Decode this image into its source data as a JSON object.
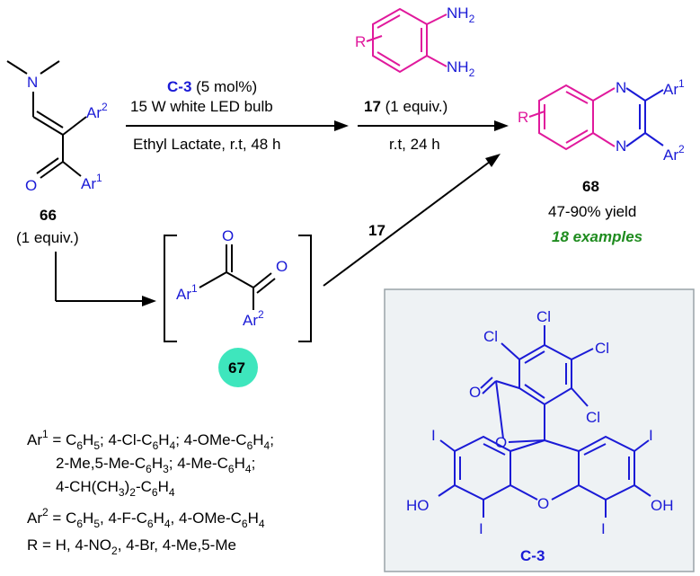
{
  "compound_66": {
    "label": "66",
    "equiv": "(1 equiv.)",
    "nme2": "N",
    "ar1": "Ar",
    "ar1_sup": "1",
    "ar2": "Ar",
    "ar2_sup": "2",
    "oxygen": "O"
  },
  "arrow1": {
    "catalyst": "C-3",
    "loading": " (5 mol%)",
    "light": "15 W white LED bulb",
    "conditions": "Ethyl Lactate, r.t, 48 h"
  },
  "diamine_17": {
    "label": "17",
    "equiv": " (1 equiv.)",
    "nh": "NH",
    "nh_sub": "2",
    "r": "R",
    "conditions": "r.t, 24 h"
  },
  "product_68": {
    "label": "68",
    "yield": "47-90% yield",
    "examples": "18 examples",
    "n": "N",
    "r": "R",
    "ar": "Ar",
    "sup1": "1",
    "sup2": "2"
  },
  "intermediate_67": {
    "label": "67",
    "o": "O",
    "ar": "Ar",
    "sup1": "1",
    "sup2": "2",
    "reagent": "17"
  },
  "catalyst_c3": {
    "label": "C-3",
    "cl": "Cl",
    "i": "I",
    "ho": "HO",
    "oh": "OH",
    "o": "O"
  },
  "definitions": {
    "ar1": {
      "head": "Ar",
      "sup": "1",
      "eq": " = C",
      "parts": [
        "6",
        "H",
        "5",
        "; 4-Cl-C",
        "6",
        "H",
        "4",
        "; 4-OMe-C",
        "6",
        "H",
        "4",
        ";"
      ]
    },
    "ar1_line2": "2-Me,5-Me-C",
    "ar1_line2_parts": [
      "6",
      "H",
      "3",
      "; 4-Me-C",
      "6",
      "H",
      "4",
      ";"
    ],
    "ar1_line3": "4-CH(CH",
    "ar1_line3_parts": [
      "3",
      ")",
      "2",
      "-C",
      "6",
      "H",
      "4"
    ],
    "ar2": {
      "head": "Ar",
      "sup": "2",
      "eq": " = C",
      "parts": [
        "6",
        "H",
        "5",
        ", 4-F-C",
        "6",
        "H",
        "4",
        ", 4-OMe-C",
        "6",
        "H",
        "4"
      ]
    },
    "r": {
      "text": "R = H, 4-NO",
      "sub": "2",
      "rest": ", 4-Br, 4-Me,5-Me"
    }
  },
  "colors": {
    "blue": "#1a1ad6",
    "magenta": "#e0199c",
    "green": "#1f8c1f",
    "teal": "#3ee6bd",
    "box": "#9aa3a8"
  }
}
